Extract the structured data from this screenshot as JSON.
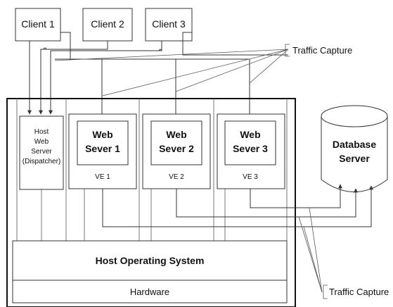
{
  "clients": [
    {
      "label": "Client 1"
    },
    {
      "label": "Client 2"
    },
    {
      "label": "Client 3"
    }
  ],
  "traffic_capture_top": "Traffic Capture",
  "traffic_capture_bottom": "Traffic Capture",
  "host_web_server": {
    "line1": "Host",
    "line2": "Web",
    "line3": "Server",
    "line4": "(Dispatcher)"
  },
  "web_servers": [
    {
      "name_line1": "Web",
      "name_line2": "Sever 1",
      "ve": "VE 1"
    },
    {
      "name_line1": "Web",
      "name_line2": "Sever 2",
      "ve": "VE 2"
    },
    {
      "name_line1": "Web",
      "name_line2": "Sever 3",
      "ve": "VE 3"
    }
  ],
  "database": {
    "line1": "Database",
    "line2": "Server"
  },
  "host_os": "Host Operating System",
  "hardware": "Hardware"
}
